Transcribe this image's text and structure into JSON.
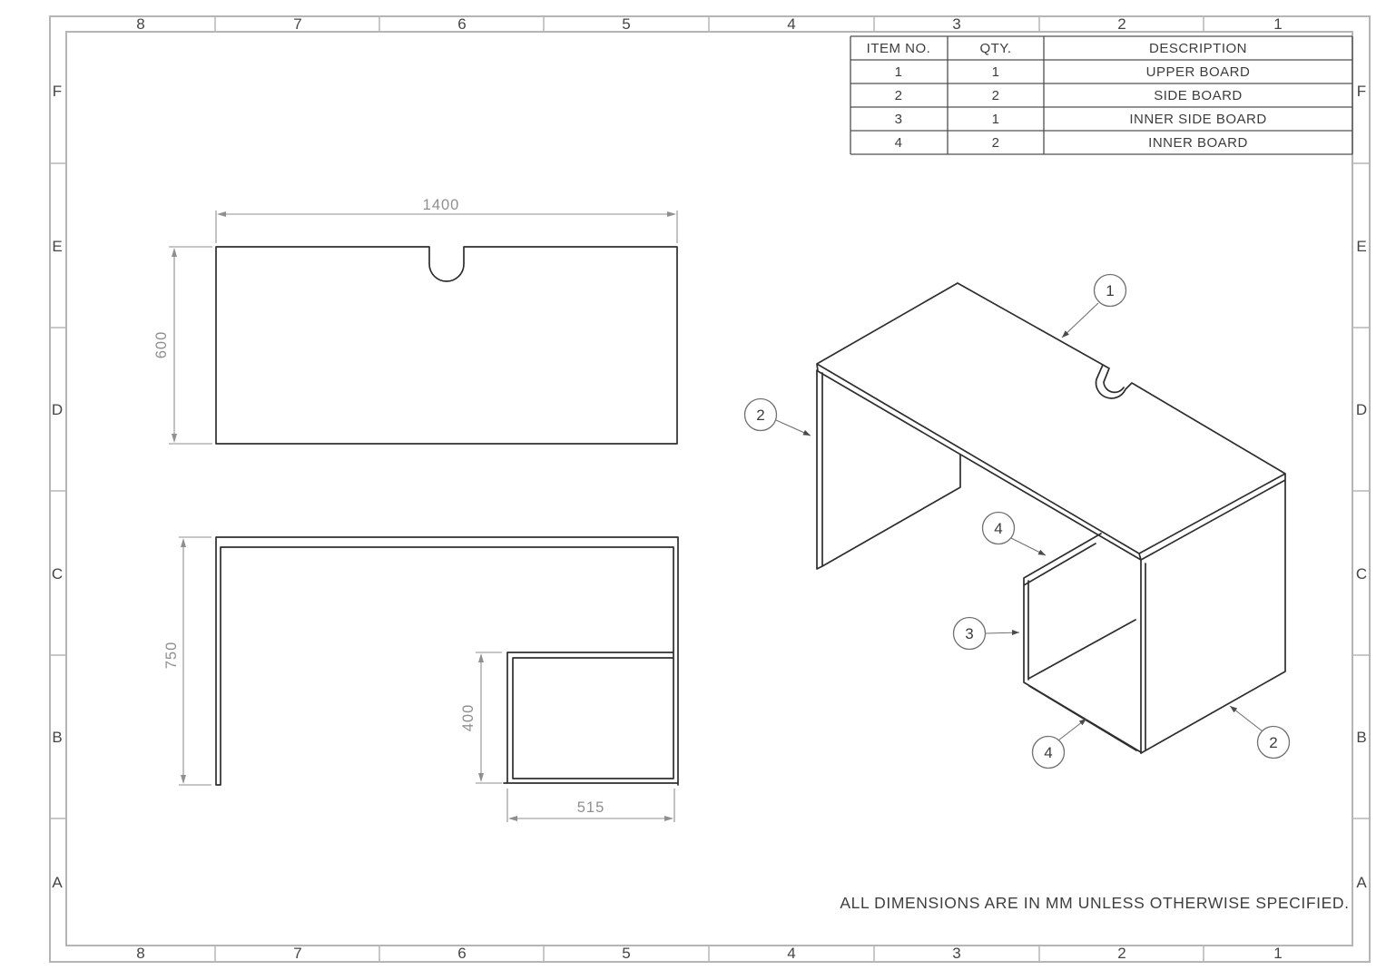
{
  "colors": {
    "background": "#ffffff",
    "line": "#2e2e2e",
    "dim": "#8f8f8f",
    "frame": "#b5b5b5",
    "label": "#454545",
    "table_line": "#4f4f4f",
    "text": "#3c3c3c",
    "leader": "#707070"
  },
  "frame": {
    "columns": [
      "8",
      "7",
      "6",
      "5",
      "4",
      "3",
      "2",
      "1"
    ],
    "rows": [
      "F",
      "E",
      "D",
      "C",
      "B",
      "A"
    ]
  },
  "parts_table": {
    "headers": [
      "ITEM NO.",
      "QTY.",
      "DESCRIPTION"
    ],
    "rows": [
      [
        "1",
        "1",
        "UPPER BOARD"
      ],
      [
        "2",
        "2",
        "SIDE BOARD"
      ],
      [
        "3",
        "1",
        "INNER SIDE BOARD"
      ],
      [
        "4",
        "2",
        "INNER BOARD"
      ]
    ]
  },
  "views": {
    "top_view": {
      "dim_width": "1400",
      "dim_depth": "600"
    },
    "front_view": {
      "dim_height": "750",
      "dim_cabinet_height": "400",
      "dim_cabinet_width": "515"
    },
    "iso_view": {
      "balloons": [
        "1",
        "2",
        "4",
        "3",
        "4",
        "2"
      ]
    }
  },
  "note": "ALL DIMENSIONS ARE IN MM UNLESS OTHERWISE SPECIFIED."
}
